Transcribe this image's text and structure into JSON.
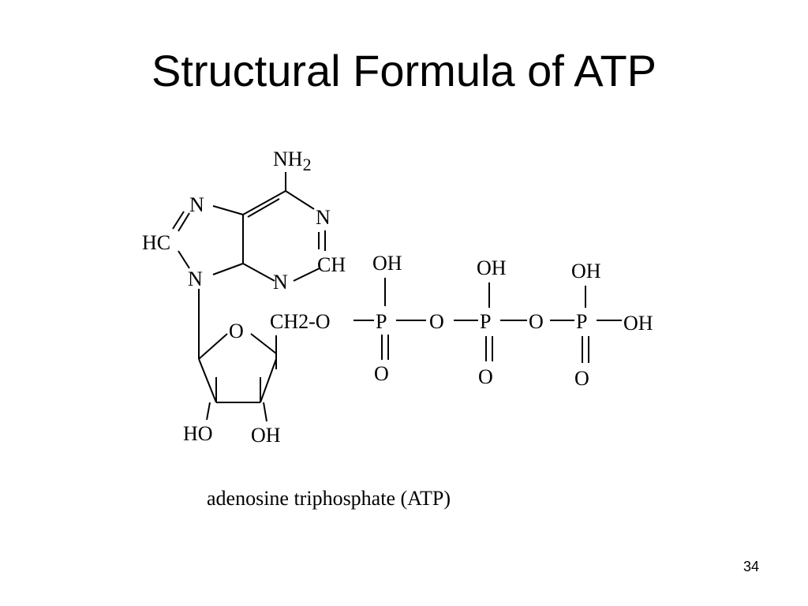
{
  "slide": {
    "title": "Structural Formula of ATP",
    "number": "34"
  },
  "molecule": {
    "caption": "adenosine triphosphate (ATP)",
    "atoms": {
      "nh2_main": "NH",
      "nh2_sub": "2",
      "n7": "N",
      "n1": "N",
      "c8": "HC",
      "c2": "CH",
      "n9": "N",
      "n3": "N",
      "ring_o": "O",
      "ch2_main": "CH",
      "ch2_sub": "2",
      "ch2_tail": "-O",
      "p1": "P",
      "p1_oh": "OH",
      "p1_o": "O",
      "bridge1": "O",
      "p2": "P",
      "p2_oh": "OH",
      "p2_o": "O",
      "bridge2": "O",
      "p3": "P",
      "p3_oh": "OH",
      "p3_o": "O",
      "p3_oh_right": "OH",
      "ho_left": "HO",
      "oh_right": "OH"
    }
  }
}
